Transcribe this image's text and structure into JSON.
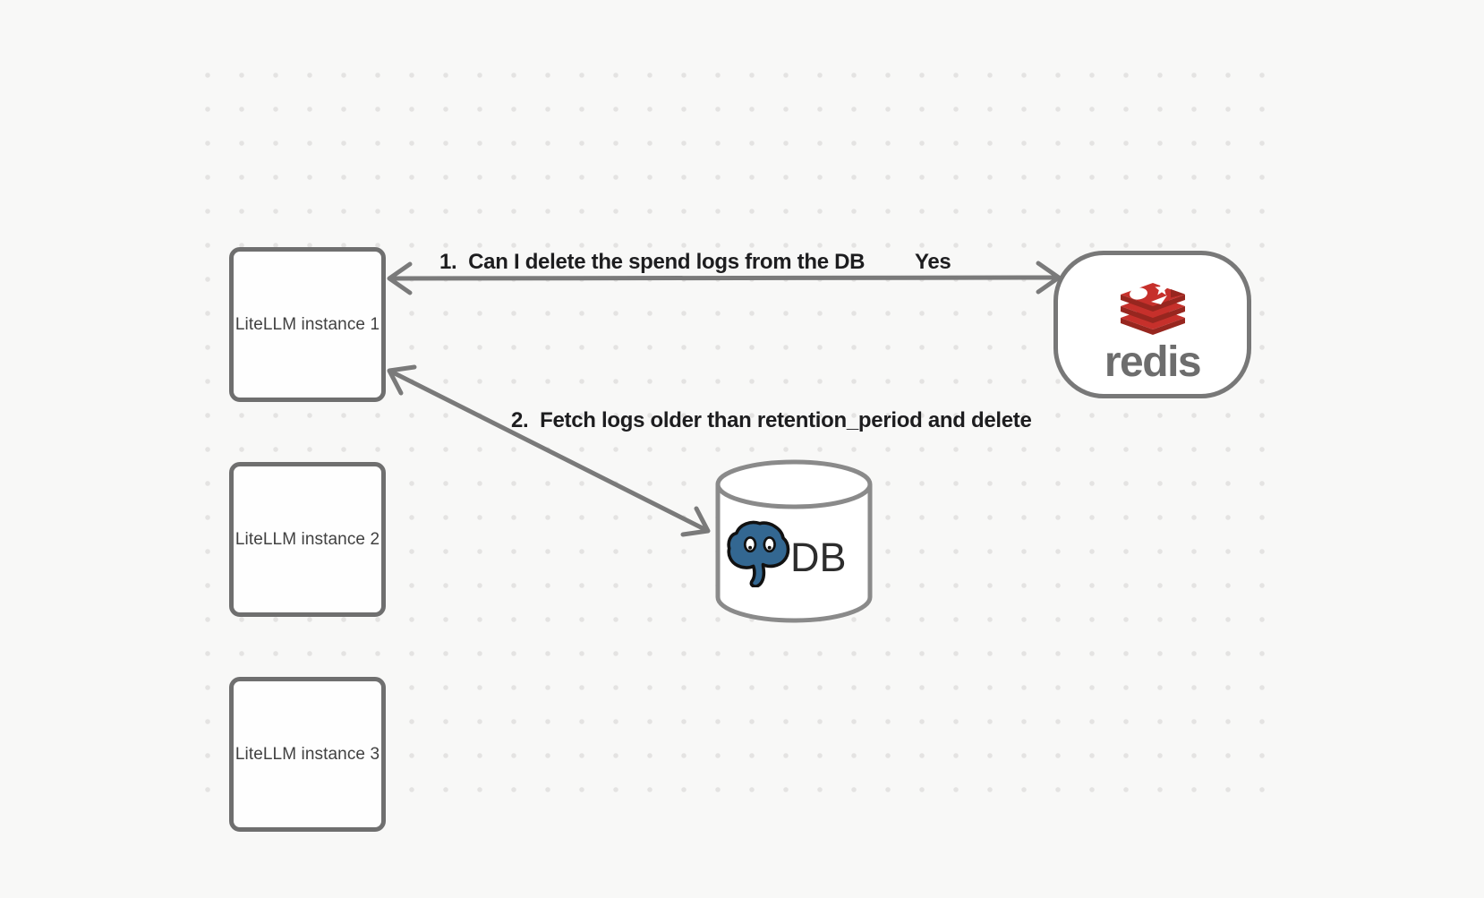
{
  "diagram": {
    "background_color": "#f8f8f7",
    "dot_color": "#e4e3e2",
    "stroke_color": "#7a7a7a"
  },
  "nodes": {
    "instance1": {
      "label": "LiteLLM instance 1"
    },
    "instance2": {
      "label": "LiteLLM instance 2"
    },
    "instance3": {
      "label": "LiteLLM instance 3"
    },
    "redis": {
      "wordmark": "redis",
      "logo_icon": "redis-stack-logo",
      "logo_red_bright": "#c6302b",
      "logo_red_dark": "#97261f",
      "wordmark_color": "#6d6d6d"
    },
    "db": {
      "label": "DB",
      "logo_icon": "postgresql-elephant-logo",
      "elephant_color": "#336791",
      "outline_color": "#111111"
    }
  },
  "arrows": [
    {
      "from": "LiteLLM instance 1",
      "to": "redis",
      "heads": "both",
      "label": "1.  Can I delete the spend logs from the DB",
      "response": "Yes"
    },
    {
      "from": "LiteLLM instance 1",
      "to": "DB",
      "heads": "both",
      "label": "2.  Fetch logs older than retention_period and delete"
    }
  ]
}
